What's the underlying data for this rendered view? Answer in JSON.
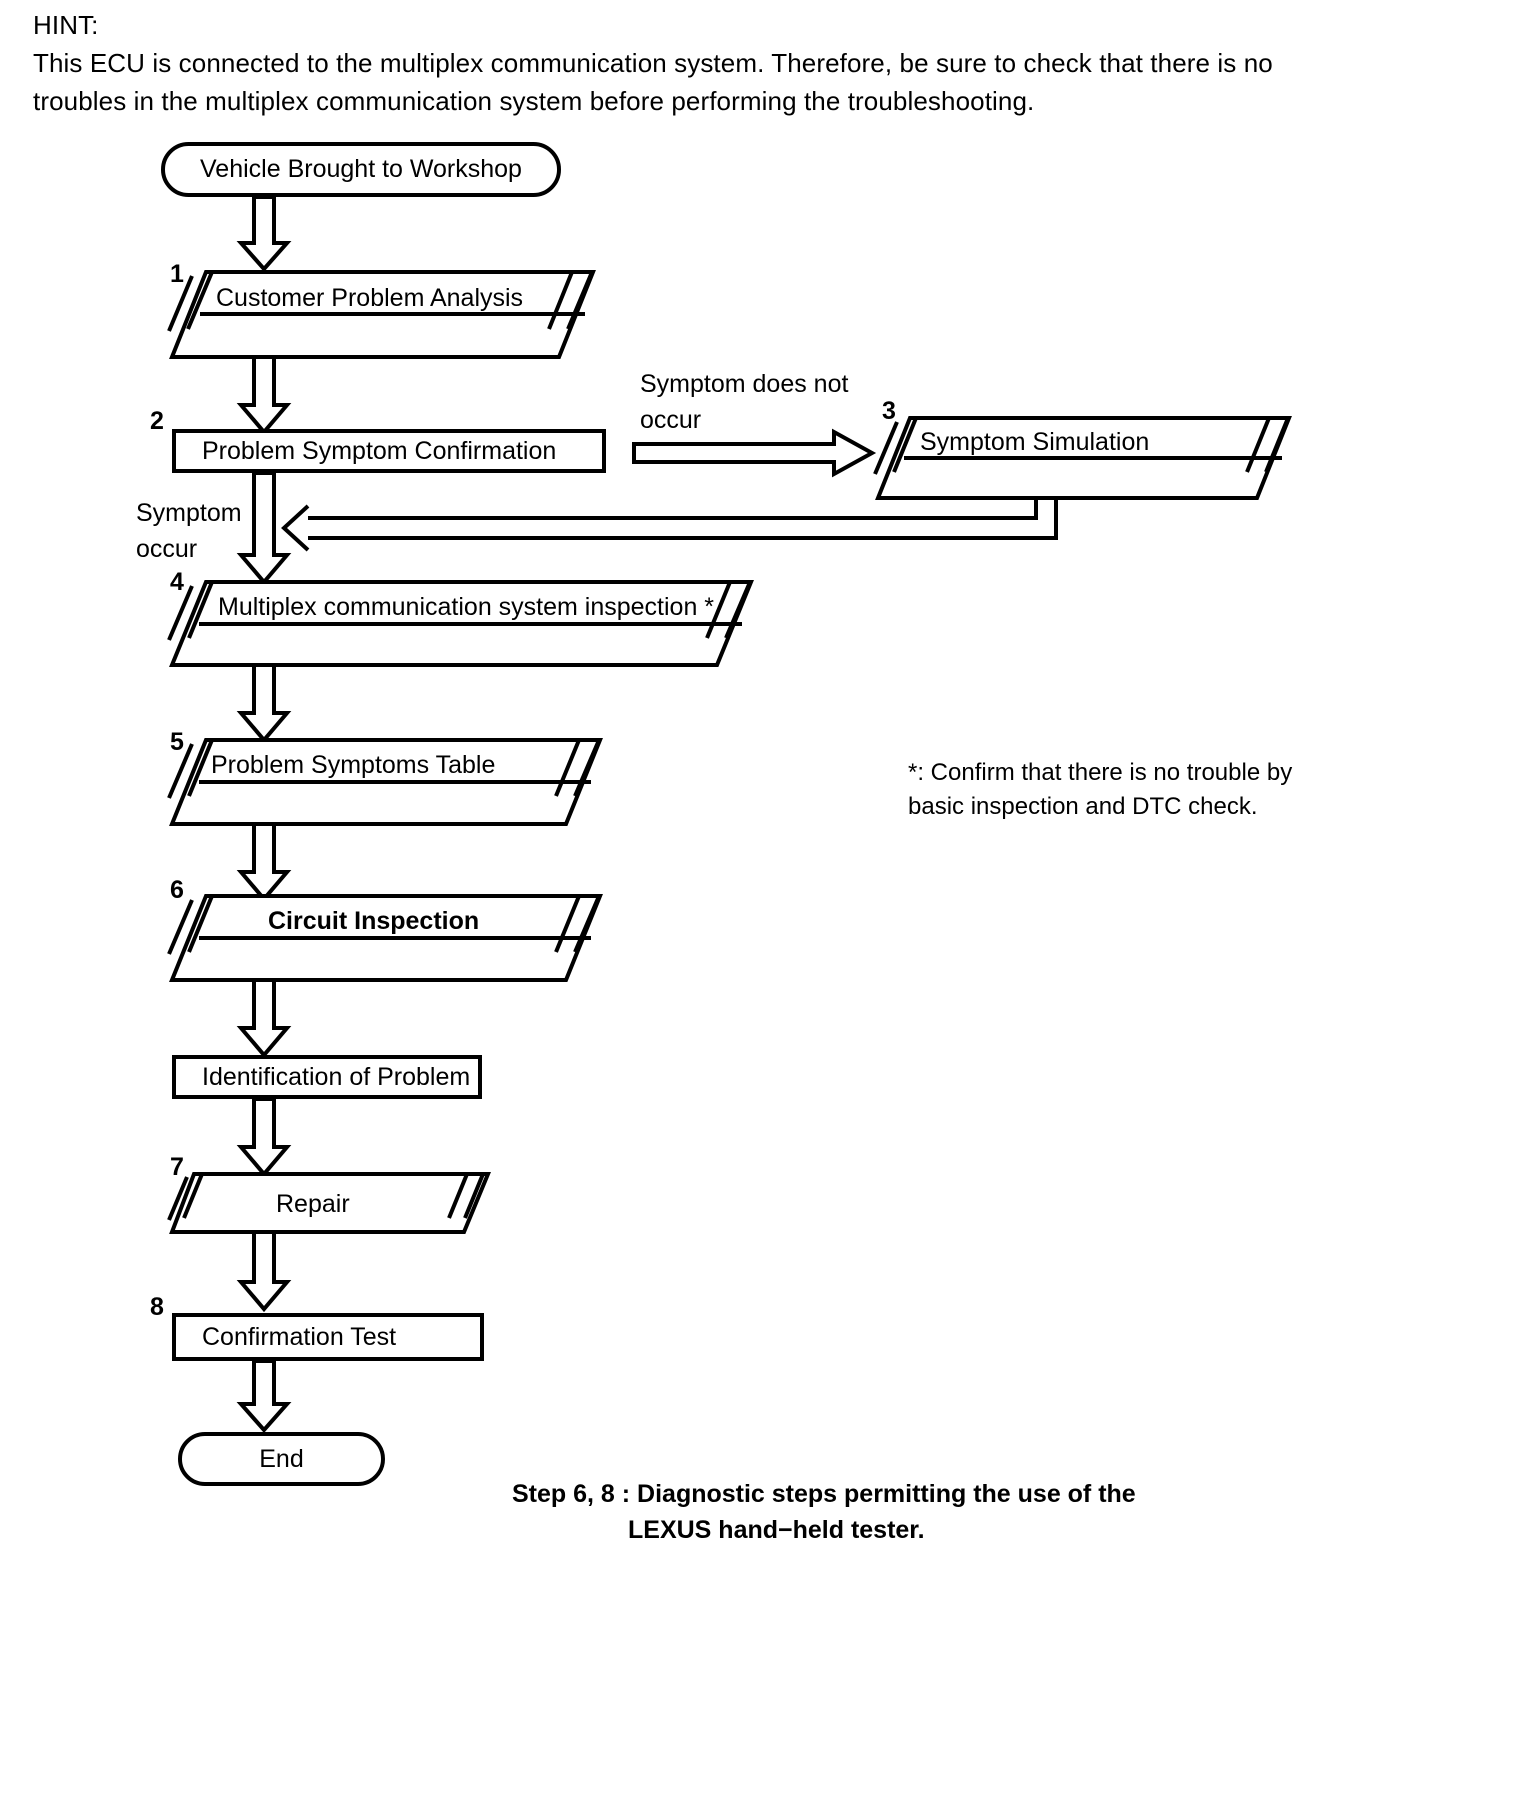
{
  "hint": {
    "label": "HINT:",
    "text": "This ECU is connected to the multiplex communication system. Therefore, be sure to check that there is no troubles in the multiplex communication system before performing the troubleshooting."
  },
  "flow": {
    "start": {
      "label": "Vehicle Brought to Workshop",
      "shape": "terminator"
    },
    "end": {
      "label": "End",
      "shape": "terminator"
    },
    "nodes": [
      {
        "num": "1",
        "label": "Customer Problem Analysis",
        "shape": "stacked-parallelogram",
        "bold": false
      },
      {
        "num": "2",
        "label": "Problem Symptom Confirmation",
        "shape": "rectangle",
        "bold": false
      },
      {
        "num": "3",
        "label": "Symptom Simulation",
        "shape": "stacked-parallelogram",
        "bold": false
      },
      {
        "num": "4",
        "label": "Multiplex communication system inspection *",
        "shape": "stacked-parallelogram",
        "bold": false
      },
      {
        "num": "5",
        "label": "Problem Symptoms Table",
        "shape": "stacked-parallelogram",
        "bold": false
      },
      {
        "num": "6",
        "label": "Circuit Inspection",
        "shape": "stacked-parallelogram",
        "bold": true
      },
      {
        "num": "",
        "label": "Identification of Problem",
        "shape": "rectangle",
        "bold": false
      },
      {
        "num": "7",
        "label": "Repair",
        "shape": "parallelogram",
        "bold": false
      },
      {
        "num": "8",
        "label": "Confirmation Test",
        "shape": "rectangle",
        "bold": false
      }
    ],
    "edge_labels": {
      "symptom_not_occur": "Symptom does not\noccur",
      "symptom_occur": "Symptom\noccur"
    }
  },
  "notes": {
    "asterisk": "*: Confirm that there is no trouble by\nbasic inspection and DTC check.",
    "footer": "Step 6, 8 : Diagnostic steps permitting the use of the\nLEXUS hand−held tester."
  },
  "colors": {
    "ink": "#000000",
    "paper": "#ffffff"
  }
}
